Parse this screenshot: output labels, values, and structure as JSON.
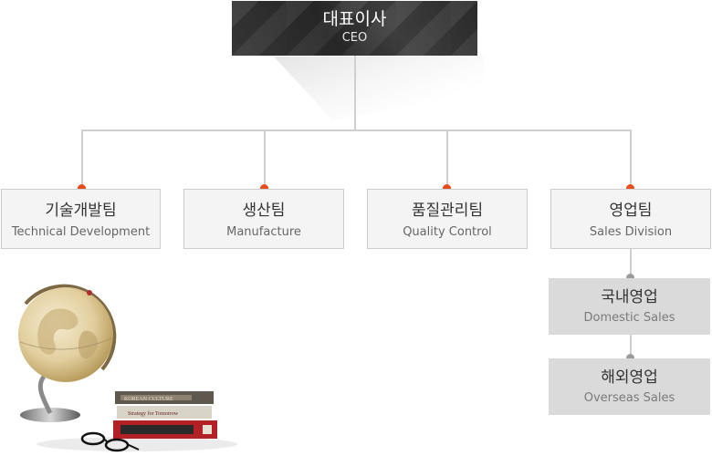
{
  "ceo": {
    "title_kr": "대표이사",
    "title_en": "CEO"
  },
  "departments": [
    {
      "name_kr": "기술개발팀",
      "name_en": "Technical Development"
    },
    {
      "name_kr": "생산팀",
      "name_en": "Manufacture"
    },
    {
      "name_kr": "품질관리팀",
      "name_en": "Quality Control"
    },
    {
      "name_kr": "영업팀",
      "name_en": "Sales Division"
    }
  ],
  "sales_subteams": [
    {
      "name_kr": "국내영업",
      "name_en": "Domestic Sales"
    },
    {
      "name_kr": "해외영업",
      "name_en": "Overseas Sales"
    }
  ],
  "decoration": {
    "book_titles": [
      "KOREAN CULTURE",
      "Strategy for Tomorrow"
    ]
  },
  "colors": {
    "ceo_box": "#2f2f2f",
    "node_dot": "#ec4c1b",
    "sub_dot": "#9a9a9a",
    "dept_box": "#f4f4f4",
    "sub_box": "#dadada",
    "connector": "#cfcfcf"
  }
}
